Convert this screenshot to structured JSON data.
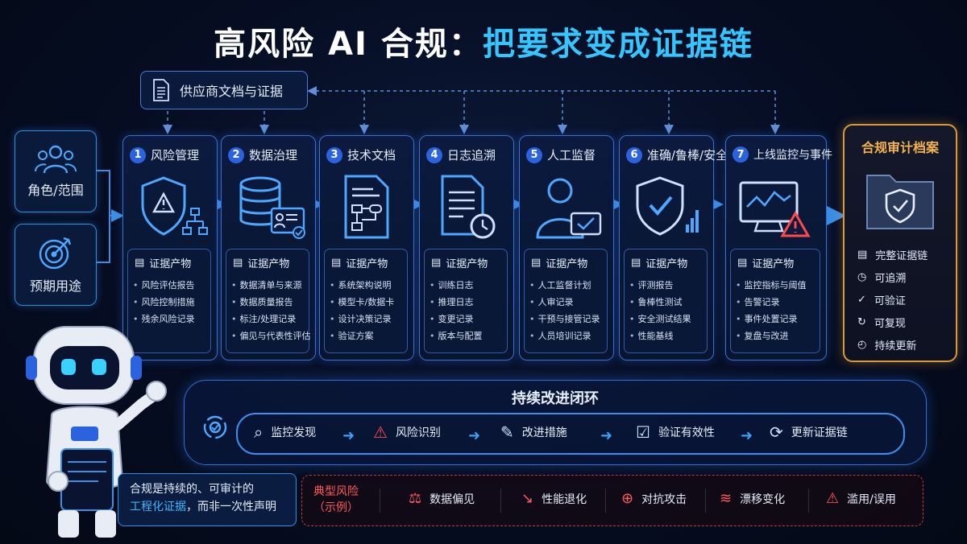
{
  "title": {
    "part1": "高风险 AI 合规：",
    "part2": "把要求变成证据链"
  },
  "supplier": {
    "label": "供应商文档与证据",
    "icon": "document-icon"
  },
  "inputs": [
    {
      "label": "角色/范围",
      "icon": "people-icon"
    },
    {
      "label": "预期用途",
      "icon": "target-icon"
    }
  ],
  "evidence_label": "证据产物",
  "steps": [
    {
      "num": "1",
      "title": "风险管理",
      "icon": "shield-warning-icon",
      "items": [
        "风险评估报告",
        "风险控制措施",
        "残余风险记录"
      ]
    },
    {
      "num": "2",
      "title": "数据治理",
      "icon": "database-icon",
      "items": [
        "数据清单与来源",
        "数据质量报告",
        "标注/处理记录",
        "偏见与代表性评估"
      ]
    },
    {
      "num": "3",
      "title": "技术文档",
      "icon": "tech-document-icon",
      "items": [
        "系统架构说明",
        "模型卡/数据卡",
        "设计决策记录",
        "验证方案"
      ]
    },
    {
      "num": "4",
      "title": "日志追溯",
      "icon": "log-clock-icon",
      "items": [
        "训练日志",
        "推理日志",
        "变更记录",
        "版本与配置"
      ]
    },
    {
      "num": "5",
      "title": "人工监督",
      "icon": "human-oversight-icon",
      "items": [
        "人工监督计划",
        "人审记录",
        "干预与接管记录",
        "人员培训记录"
      ]
    },
    {
      "num": "6",
      "title": "准确/鲁棒/安全",
      "icon": "shield-check-icon",
      "items": [
        "评测报告",
        "鲁棒性测试",
        "安全测试结果",
        "性能基线"
      ]
    },
    {
      "num": "7",
      "title": "上线监控与事件",
      "icon": "monitor-alert-icon",
      "items": [
        "监控指标与阈值",
        "告警记录",
        "事件处置记录",
        "复盘与改进"
      ]
    }
  ],
  "archive": {
    "title": "合规审计档案",
    "icon": "folder-shield-icon",
    "items": [
      {
        "label": "完整证据链",
        "icon": "doc-icon"
      },
      {
        "label": "可追溯",
        "icon": "clock-icon"
      },
      {
        "label": "可验证",
        "icon": "check-badge-icon"
      },
      {
        "label": "可复现",
        "icon": "replay-icon"
      },
      {
        "label": "持续更新",
        "icon": "refresh-clock-icon"
      }
    ]
  },
  "loop": {
    "title": "持续改进闭环",
    "steps": [
      {
        "label": "监控发现",
        "icon": "magnifier-icon"
      },
      {
        "label": "风险识别",
        "icon": "warning-icon"
      },
      {
        "label": "改进措施",
        "icon": "wrench-icon"
      },
      {
        "label": "验证有效性",
        "icon": "clipboard-check-icon"
      },
      {
        "label": "更新证据链",
        "icon": "sync-icon"
      }
    ]
  },
  "bubble": {
    "line1": "合规是持续的、可审计的",
    "highlight": "工程化证据",
    "line2_rest": "，而非一次性声明"
  },
  "risks": {
    "title_line1": "典型风险",
    "title_line2": "（示例）",
    "items": [
      {
        "label": "数据偏见",
        "icon": "scale-icon"
      },
      {
        "label": "性能退化",
        "icon": "decline-chart-icon"
      },
      {
        "label": "对抗攻击",
        "icon": "crosshair-icon"
      },
      {
        "label": "漂移变化",
        "icon": "drift-icon"
      },
      {
        "label": "滥用/误用",
        "icon": "user-warning-icon"
      }
    ]
  },
  "colors": {
    "accent": "#35c5ff",
    "card_border": "#3a6fd0",
    "archive": "#f4b24a",
    "risk": "#ff5a5a",
    "background": "#050b1c"
  }
}
